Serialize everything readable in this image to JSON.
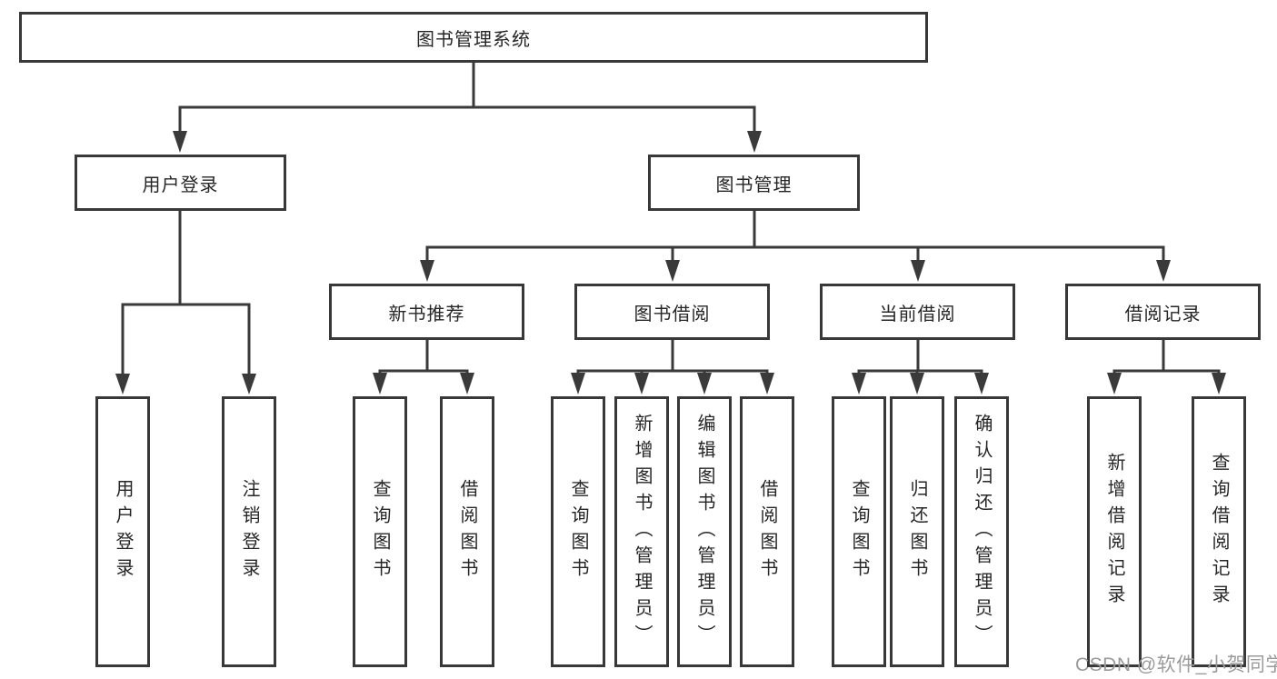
{
  "tree": {
    "label": "图书管理系统",
    "children": [
      {
        "label": "用户登录",
        "children": [
          {
            "label": "用户登录"
          },
          {
            "label": "注销登录"
          }
        ]
      },
      {
        "label": "图书管理",
        "children": [
          {
            "label": "新书推荐",
            "children": [
              {
                "label": "查询图书"
              },
              {
                "label": "借阅图书"
              }
            ]
          },
          {
            "label": "图书借阅",
            "children": [
              {
                "label": "查询图书"
              },
              {
                "label": "新增图书（管理员）"
              },
              {
                "label": "编辑图书（管理员）"
              },
              {
                "label": "借阅图书"
              }
            ]
          },
          {
            "label": "当前借阅",
            "children": [
              {
                "label": "查询图书"
              },
              {
                "label": "归还图书"
              },
              {
                "label": "确认归还（管理员）"
              }
            ]
          },
          {
            "label": "借阅记录",
            "children": [
              {
                "label": "新增借阅记录"
              },
              {
                "label": "查询借阅记录"
              }
            ]
          }
        ]
      }
    ]
  },
  "watermark": "CSDN @软件_小贺同学",
  "colors": {
    "line": "#3a3a3a",
    "box_border": "#383838",
    "box_fill": "#ffffff",
    "text": "#262626",
    "watermark": "#9b9b9b",
    "background": "#ffffff"
  }
}
